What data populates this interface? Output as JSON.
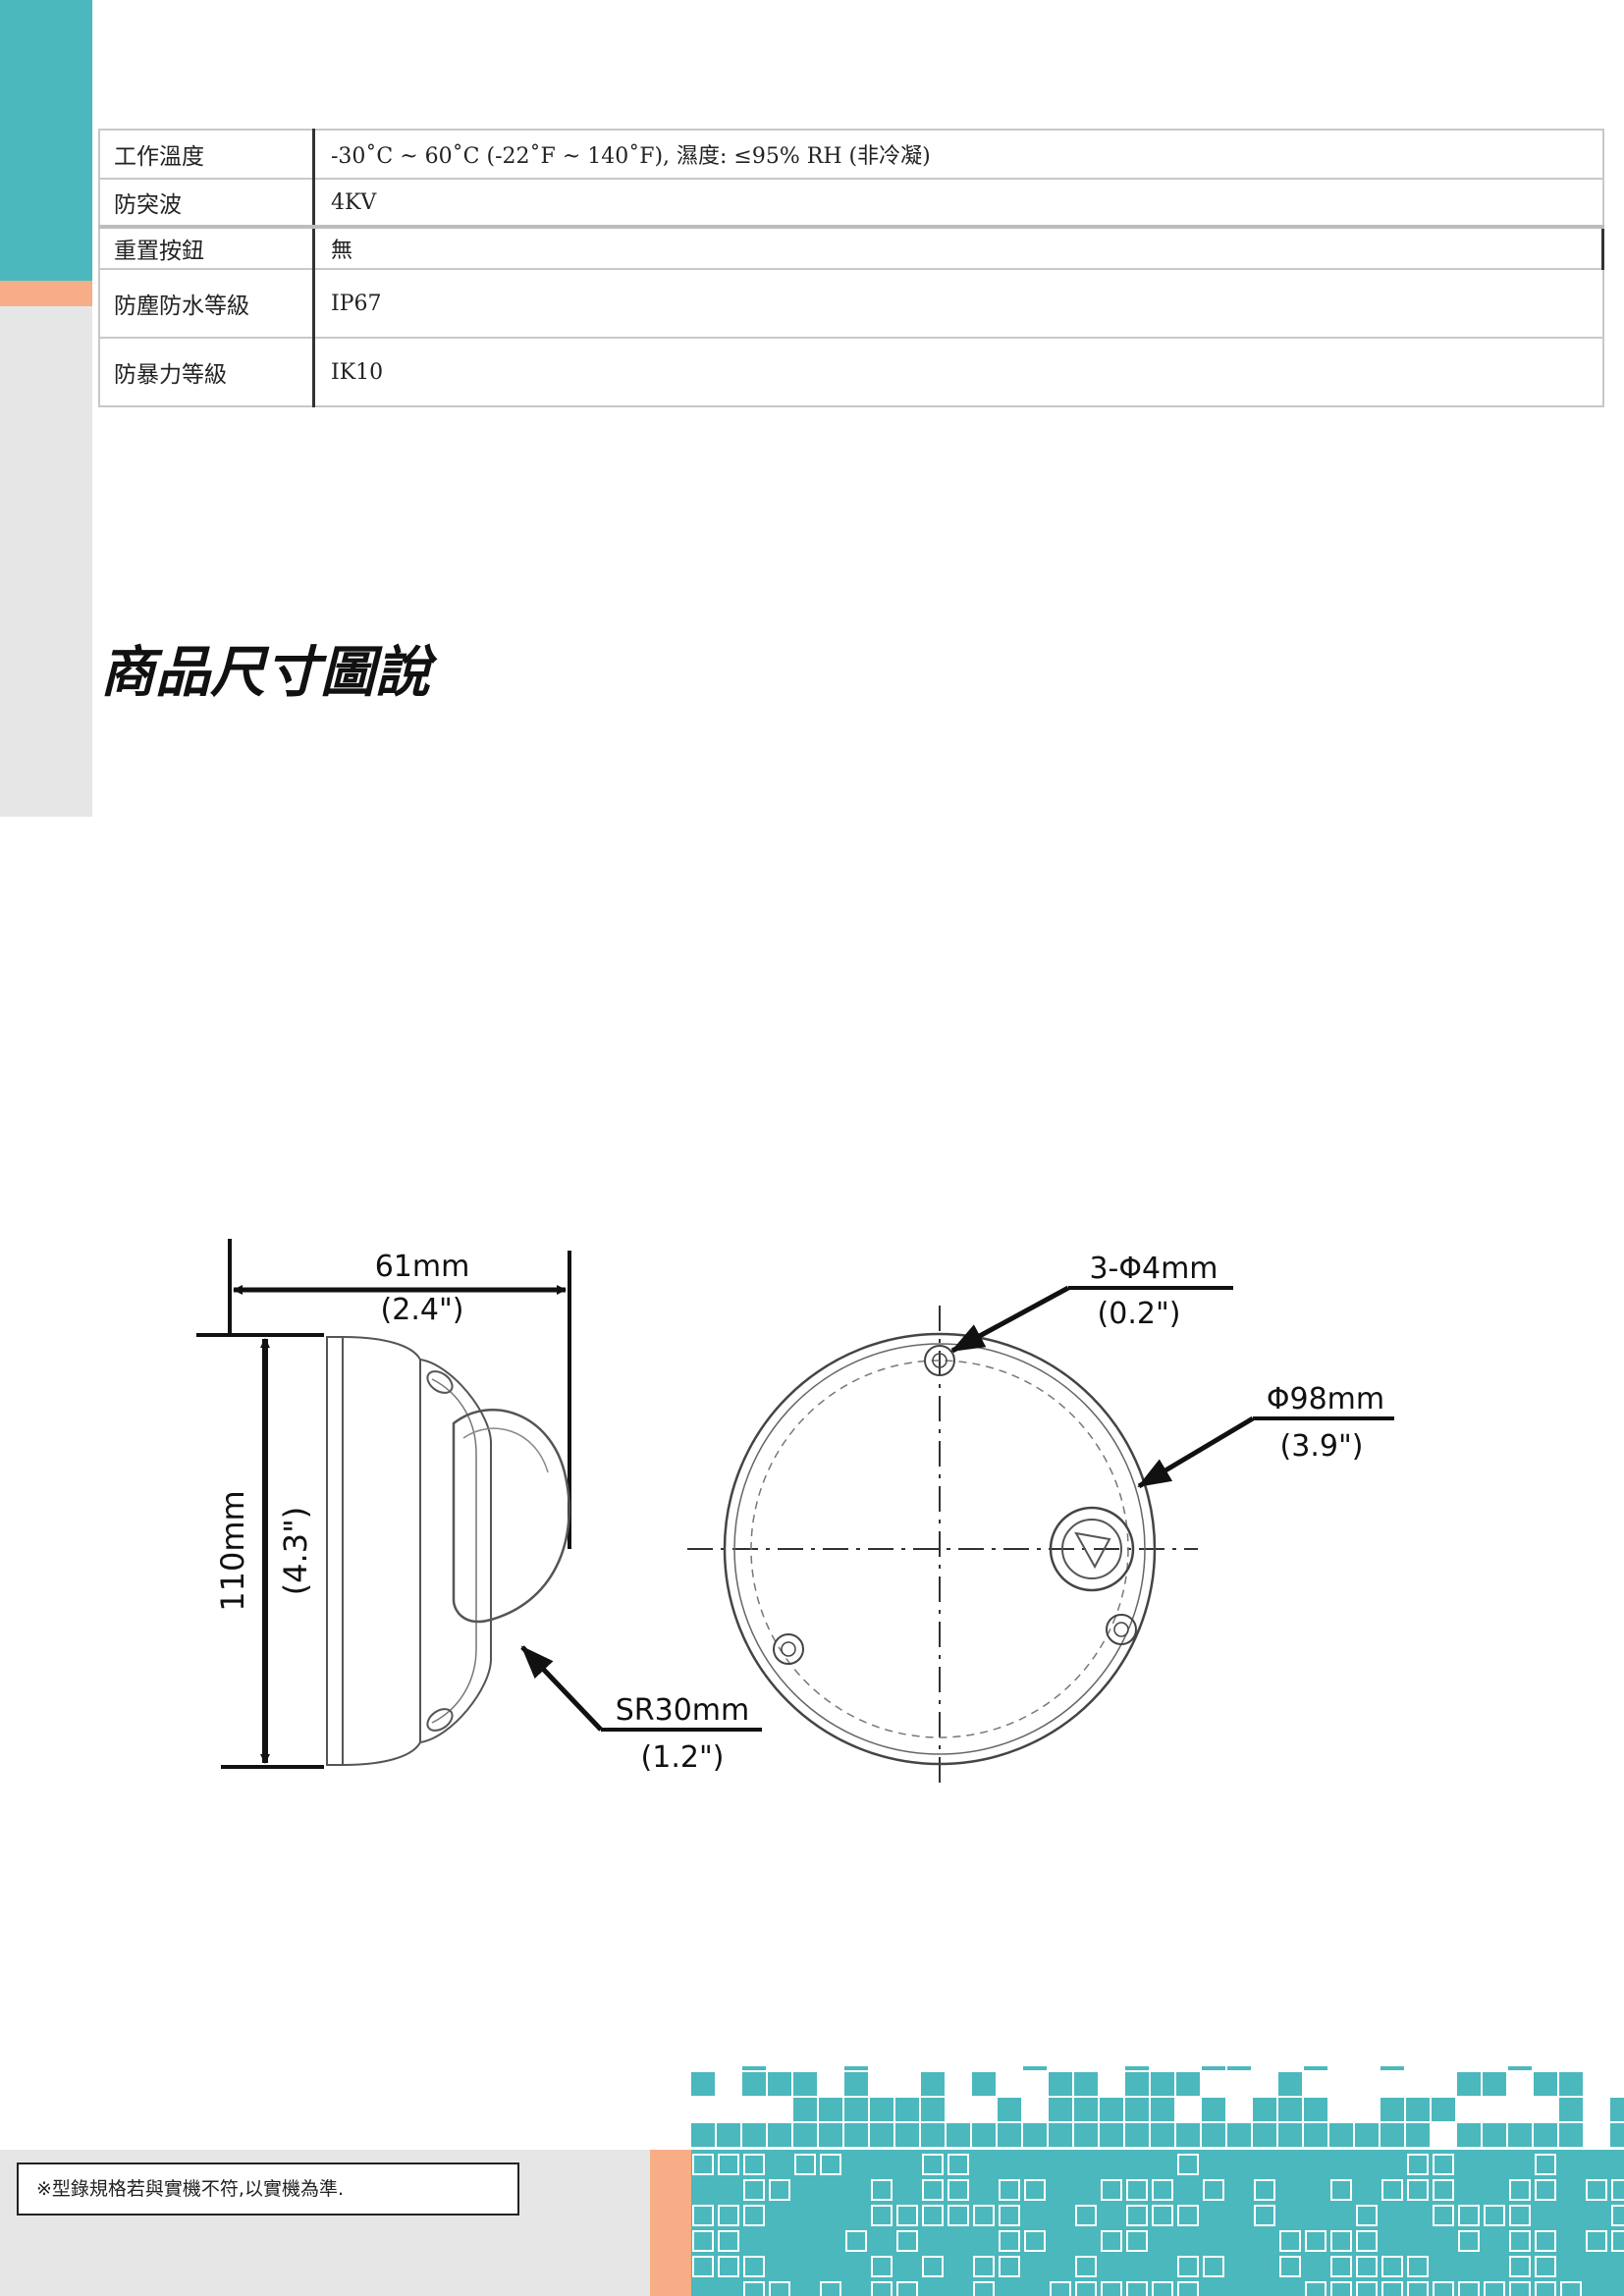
{
  "specs": [
    {
      "label": "工作溫度",
      "value": "-30˚C ~ 60˚C (-22˚F ~ 140˚F), 濕度: ≤95% RH (非冷凝)"
    },
    {
      "label": "防突波",
      "value": "4KV"
    },
    {
      "label": "重置按鈕",
      "value": "無"
    },
    {
      "label": "防塵防水等級",
      "value": "IP67"
    },
    {
      "label": "防暴力等級",
      "value": "IK10"
    }
  ],
  "section_title": "商品尺寸圖說",
  "drawing": {
    "depth_mm": "61mm",
    "depth_in": "(2.4\")",
    "height_mm": "110mm",
    "height_in": "(4.3\")",
    "dome_radius_mm": "SR30mm",
    "dome_radius_in": "(1.2\")",
    "holes_mm": "3-Φ4mm",
    "holes_in": "(0.2\")",
    "diameter_mm": "Φ98mm",
    "diameter_in": "(3.9\")"
  },
  "footer_note": "※型錄規格若與實機不符,以實機為準.",
  "colors": {
    "teal": "#4bb8bd",
    "orange": "#f7ad85",
    "gray": "#e6e6e6"
  }
}
